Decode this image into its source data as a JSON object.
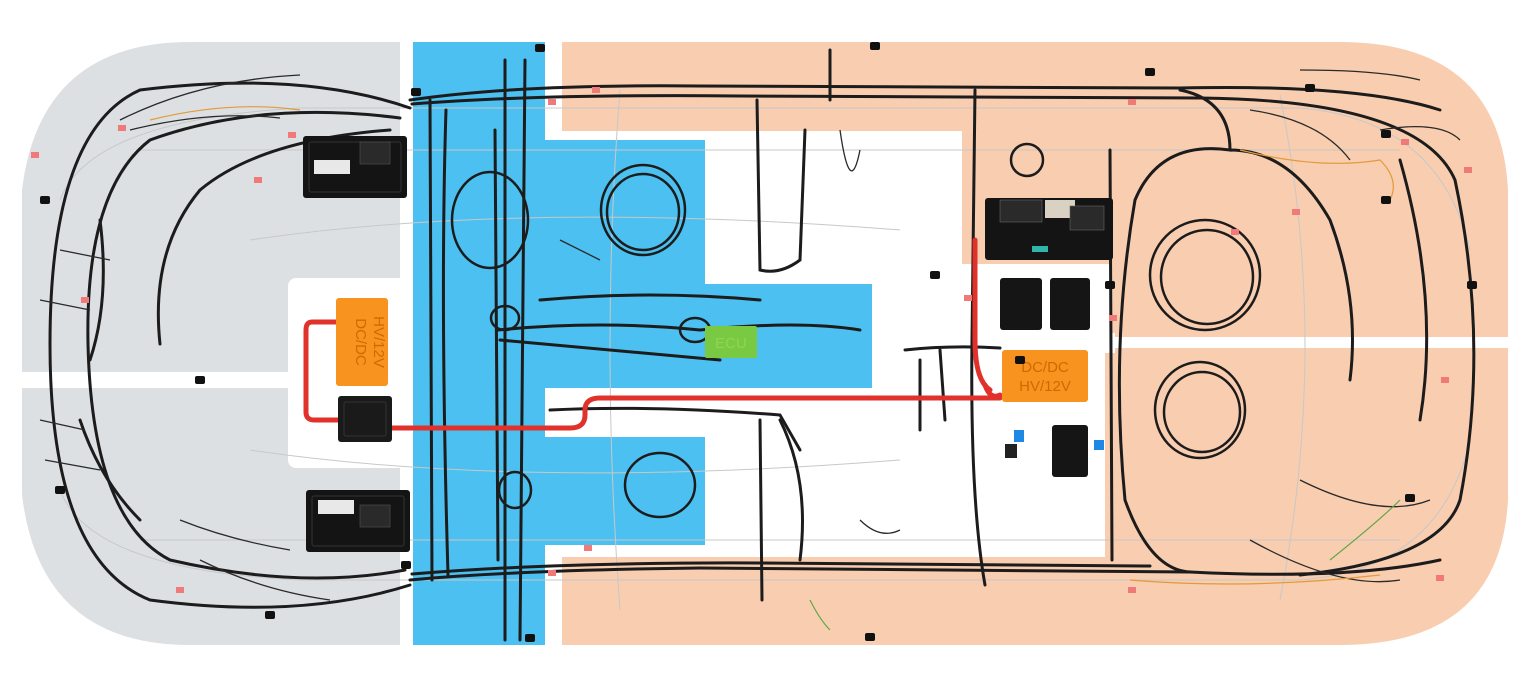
{
  "colors": {
    "grey_zone": "#dde0e3",
    "blue_zone": "#4cc0f0",
    "peach_zone": "#f9cdb0",
    "hv_cable": "#e0322a",
    "dcdc_box": "#f7931e",
    "ecu_box": "#7ac943",
    "wire": "#1c1c1c"
  },
  "components": {
    "dcdc_left_line1": "DC/DC",
    "dcdc_left_line2": "HV/12V",
    "dcdc_right_line1": "DC/DC",
    "dcdc_right_line2": "HV/12V",
    "ecu_label": "ECU"
  }
}
